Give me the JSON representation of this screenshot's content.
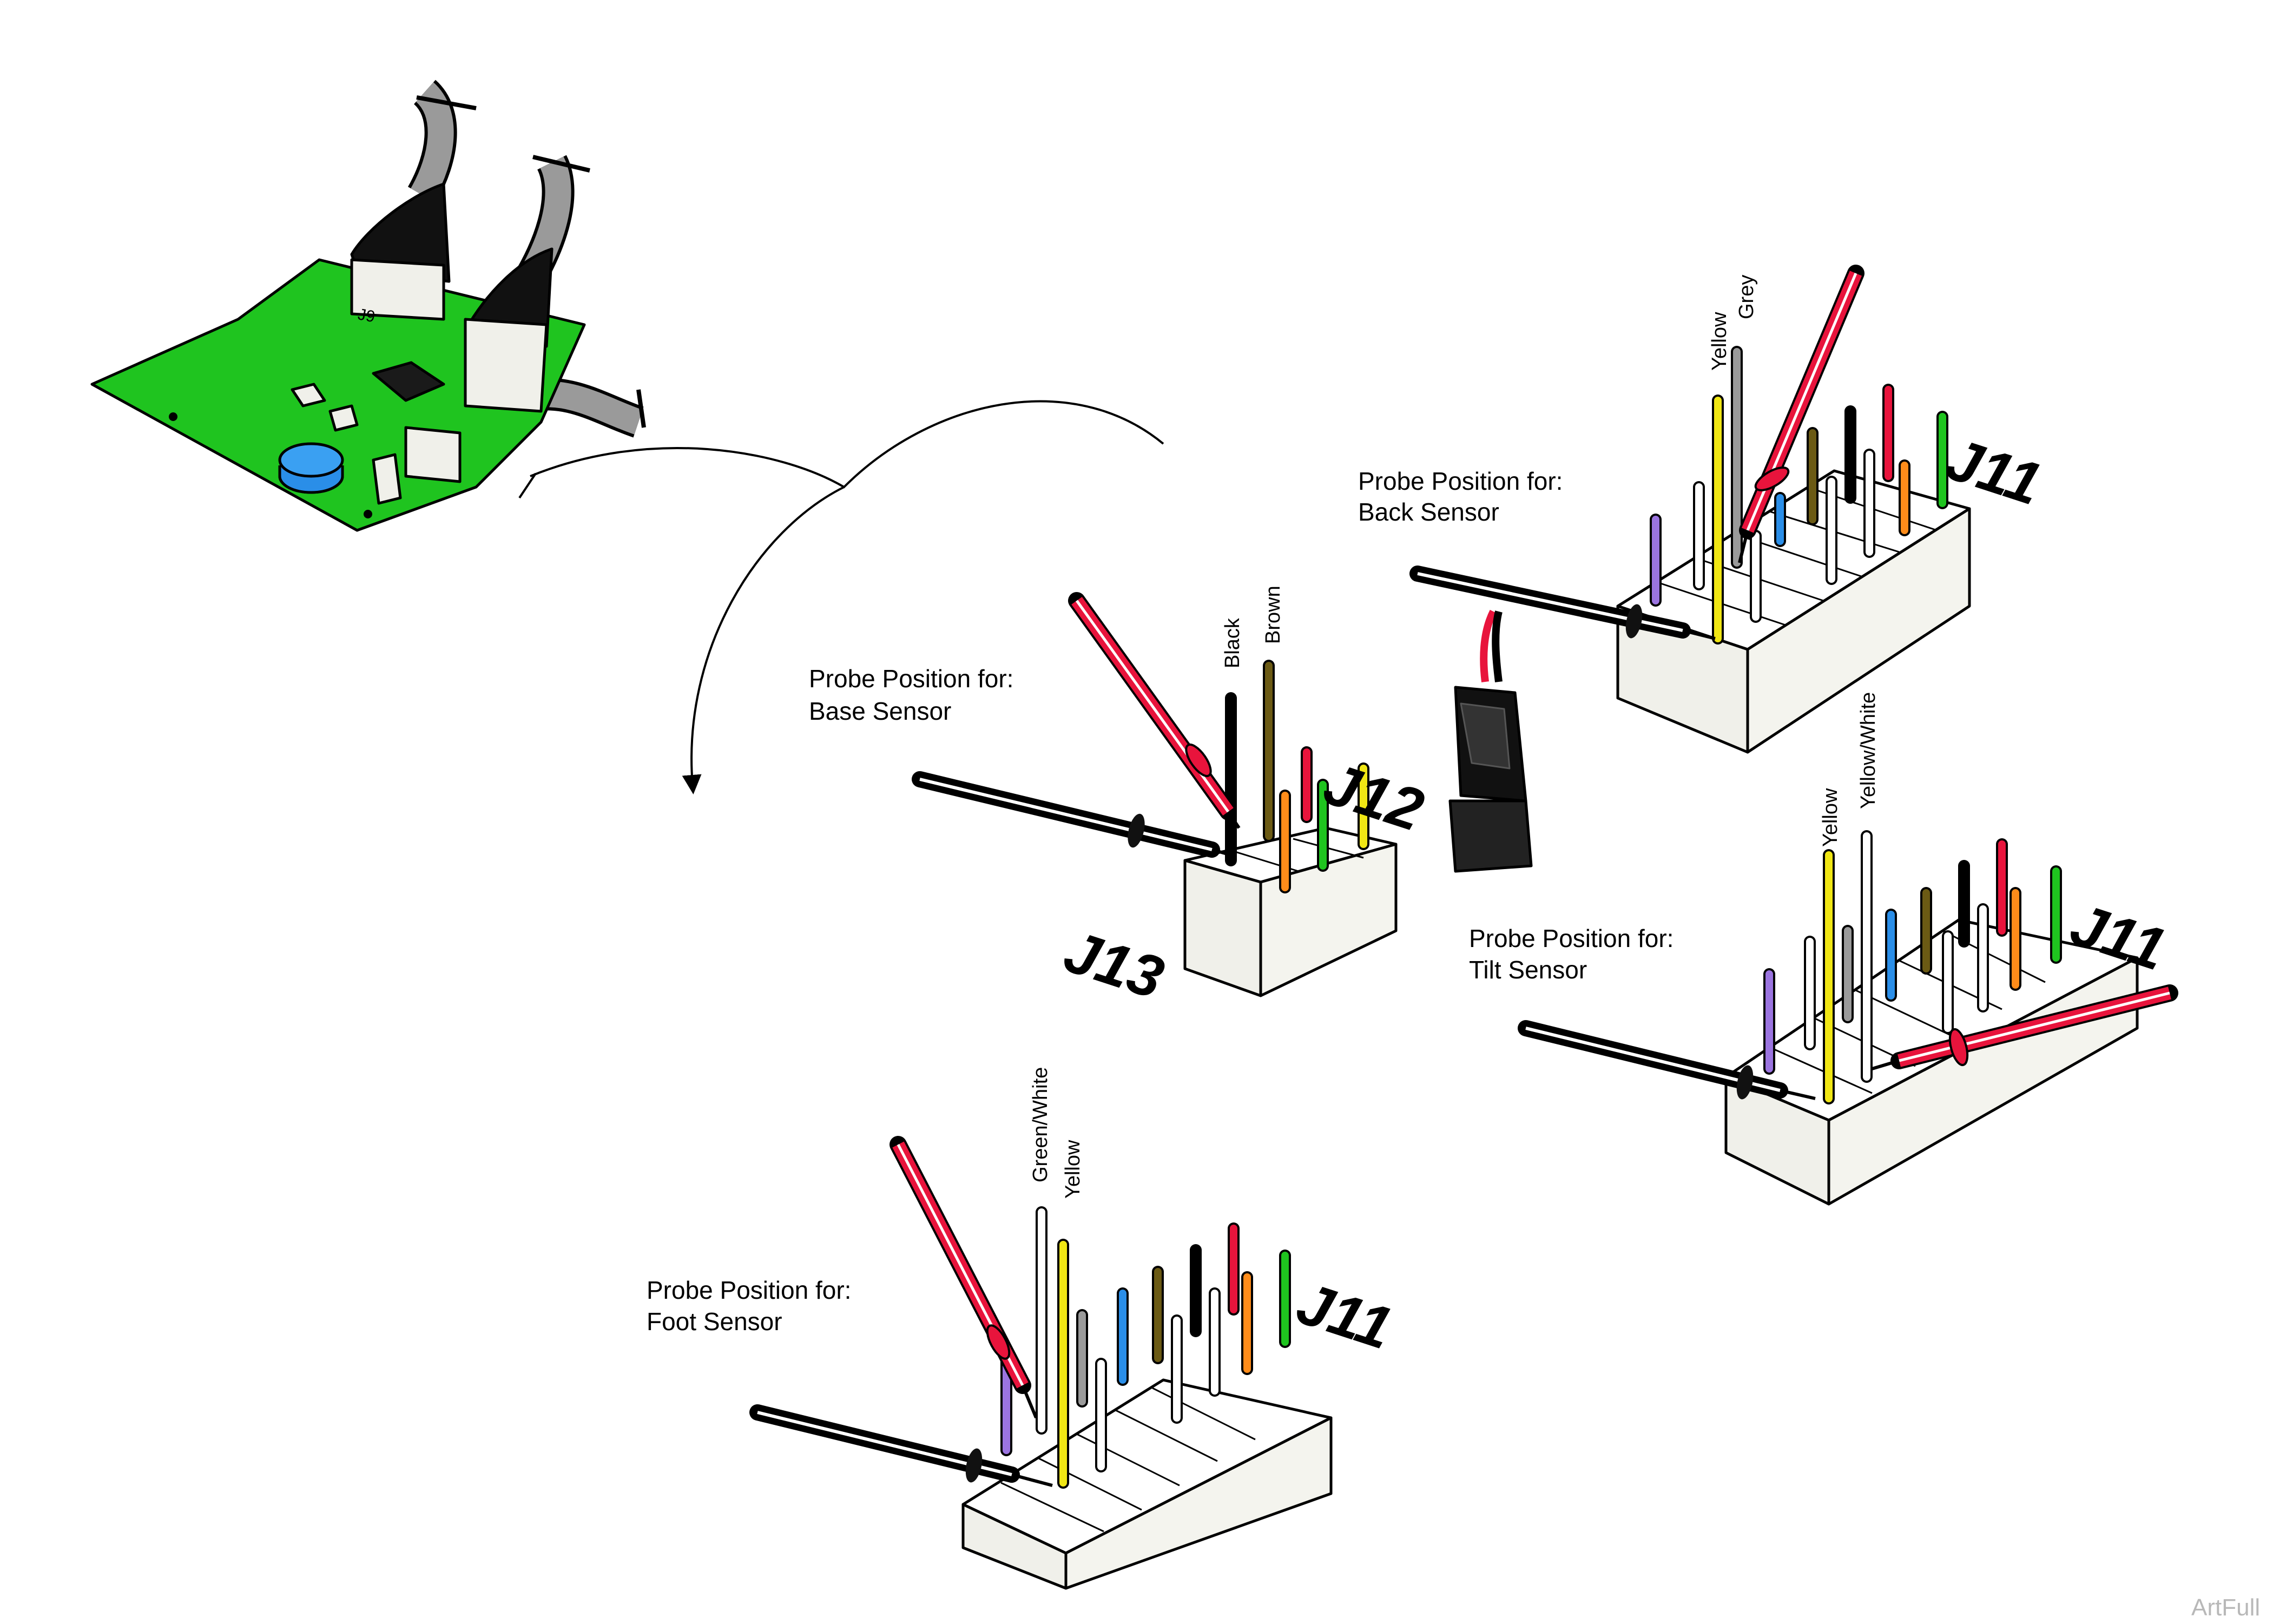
{
  "board": {
    "connector_label": "J9"
  },
  "captions": {
    "base": {
      "line1": "Probe Position for:",
      "line2": "Base Sensor"
    },
    "back": {
      "line1": "Probe Position for:",
      "line2": "Back Sensor"
    },
    "tilt": {
      "line1": "Probe Position for:",
      "line2": "Tilt Sensor"
    },
    "foot": {
      "line1": "Probe Position for:",
      "line2": "Foot Sensor"
    }
  },
  "connectors": {
    "j12": "J12",
    "j13": "J13",
    "j11_back": "J11",
    "j11_tilt": "J11",
    "j11_foot": "J11"
  },
  "wire_labels": {
    "base": [
      "Black",
      "Brown"
    ],
    "back": [
      "Yellow",
      "Grey"
    ],
    "tilt": [
      "Yellow",
      "Yellow/White"
    ],
    "foot": [
      "Green/White",
      "Yellow"
    ]
  },
  "watermark": "ArtFull",
  "colors": {
    "board_green": "#1fc41f",
    "chip": "#1a1a1a",
    "capacitor": "#2a8ee8",
    "probe_red": "#e8143c",
    "probe_black": "#111111",
    "connector_body": "#f0f0ea",
    "cable_grey": "#9a9a9a"
  }
}
